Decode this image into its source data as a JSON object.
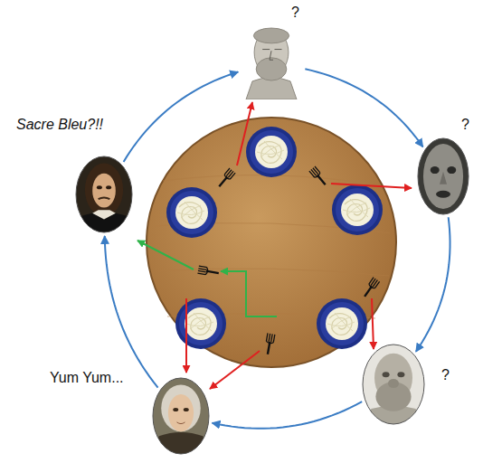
{
  "diagram": {
    "nodes": [
      {
        "text": [
          "?"
        ]
      },
      {
        "text": [
          "Sacre Bleu?!!"
        ]
      },
      {
        "text": [
          "?"
        ]
      },
      {
        "text": [
          "?"
        ]
      },
      {
        "text": [
          "Yum Yum..."
        ]
      }
    ],
    "edges": [
      {
        "from": 0,
        "to": 2,
        "arrow": "to"
      },
      {
        "from": 2,
        "to": 3,
        "arrow": "to"
      },
      {
        "from": 3,
        "to": 4,
        "arrow": "to"
      },
      {
        "from": 4,
        "to": 1,
        "arrow": "to"
      },
      {
        "from": 1,
        "to": 0,
        "arrow": "to"
      }
    ]
  }
}
